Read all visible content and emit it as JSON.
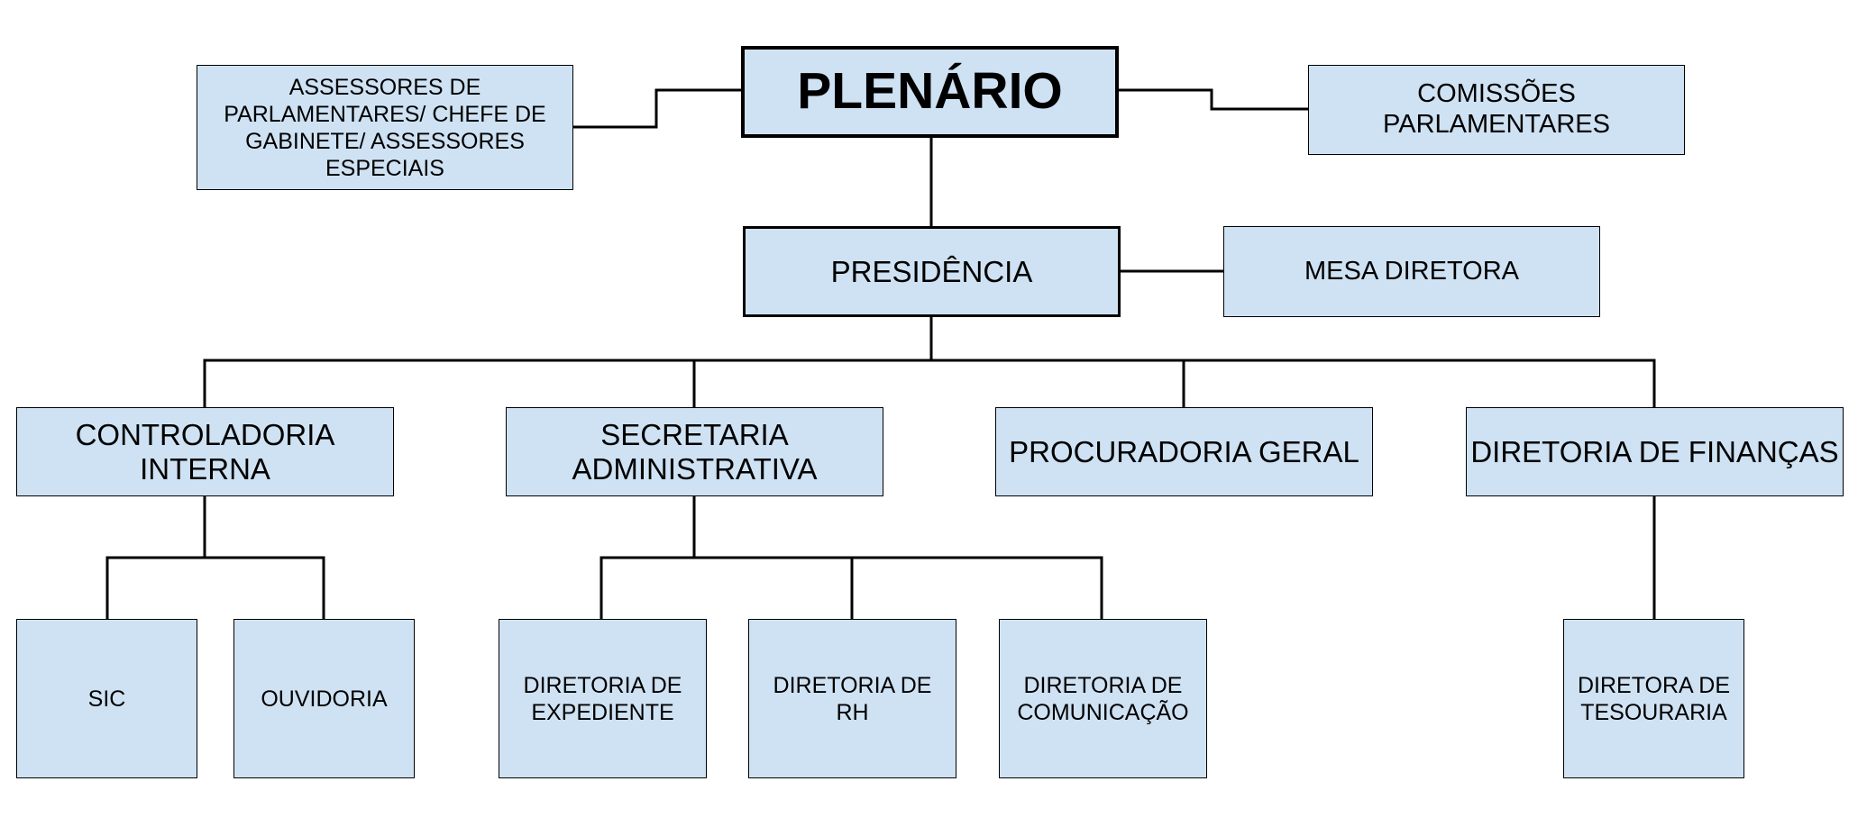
{
  "nodes": {
    "plenario": "PLENÁRIO",
    "assessores": "ASSESSORES DE\nPARLAMENTARES/ CHEFE DE\nGABINETE/ ASSESSORES\nESPECIAIS",
    "comissoes": "COMISSÕES\nPARLAMENTARES",
    "presidencia": "PRESIDÊNCIA",
    "mesa": "MESA DIRETORA",
    "controladoria": "CONTROLADORIA\nINTERNA",
    "secretaria": "SECRETARIA\nADMINISTRATIVA",
    "procuradoria": "PROCURADORIA GERAL",
    "financas": "DIRETORIA DE FINANÇAS",
    "sic": "SIC",
    "ouvidoria": "OUVIDORIA",
    "expediente": "DIRETORIA DE\nEXPEDIENTE",
    "rh": "DIRETORIA DE\nRH",
    "comunicacao": "DIRETORIA DE\nCOMUNICAÇÃO",
    "tesouraria": "DIRETORA DE\nTESOURARIA"
  },
  "colors": {
    "box_fill": "#cfe2f3",
    "line": "#000000"
  }
}
